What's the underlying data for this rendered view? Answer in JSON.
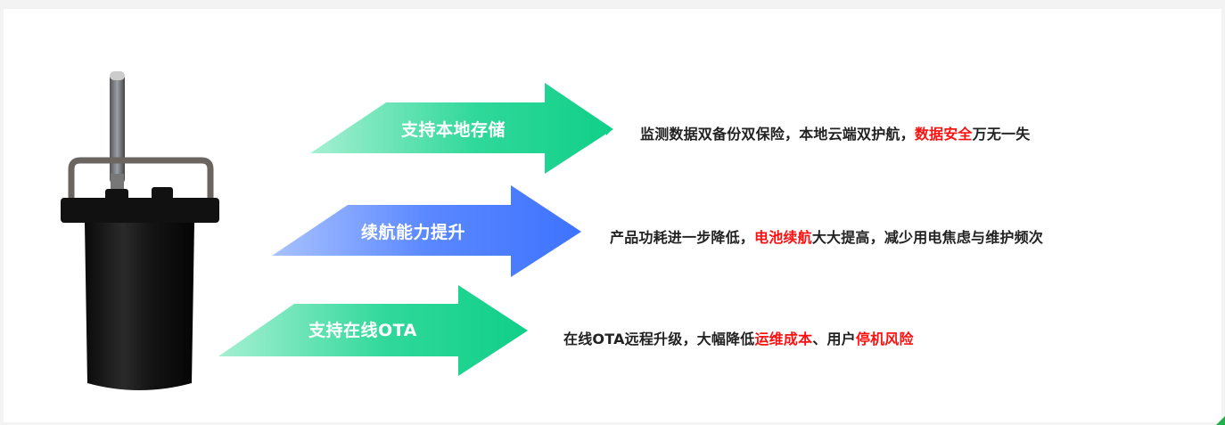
{
  "colors": {
    "green_arrow": "#12cf8a",
    "blue_arrow": "#3f74ff",
    "highlight": "#ff1010"
  },
  "features": [
    {
      "label": "支持本地存储",
      "desc_pre": "监测数据双备份双保险，本地云端双护航，",
      "desc_hl": "数据安全",
      "desc_post": "万无一失"
    },
    {
      "label": "续航能力提升",
      "desc_pre": "产品功耗进一步降低，",
      "desc_hl": "电池续航",
      "desc_post": "大大提高，减少用电焦虑与维护频次"
    },
    {
      "label": "支持在线OTA",
      "desc_pre": "在线OTA远程升级，大幅降低",
      "desc_hl": "运维成本",
      "desc_mid": "、用户",
      "desc_hl2": "停机风险"
    }
  ]
}
